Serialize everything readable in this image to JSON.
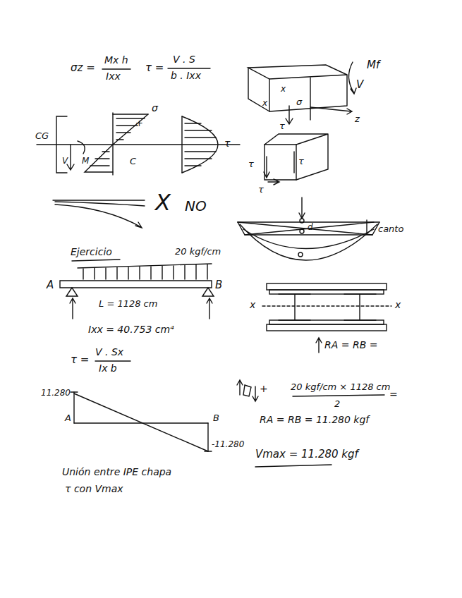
{
  "diagram": {
    "labels": [
      "σz =",
      "Mx h",
      "Ixx",
      "τ =",
      "V . S",
      "b . Ixx",
      "x",
      "x",
      "σ",
      "V",
      "Mf",
      "z",
      "CG",
      "V",
      "M",
      "σ",
      "+",
      "C",
      "τ",
      "τ",
      "τ",
      "τ",
      "τ",
      "X",
      "NO",
      "d",
      "canto",
      "Ejercicio",
      "20 kgf/cm",
      "A",
      "B",
      "L = 1128 cm",
      "Ixx = 40.753 cm⁴",
      "τ =",
      "V . Sx",
      "Ix b",
      "x",
      "x",
      "RA = RB =",
      "20 kgf/cm × 1128 cm",
      "2",
      "=",
      "+",
      "RA = RB = 11.280 kgf",
      "Vmax = 11.280 kgf",
      "11.280",
      "A",
      "B",
      "-11.280",
      "Unión entre IPE chapa",
      "τ con Vmax"
    ]
  }
}
